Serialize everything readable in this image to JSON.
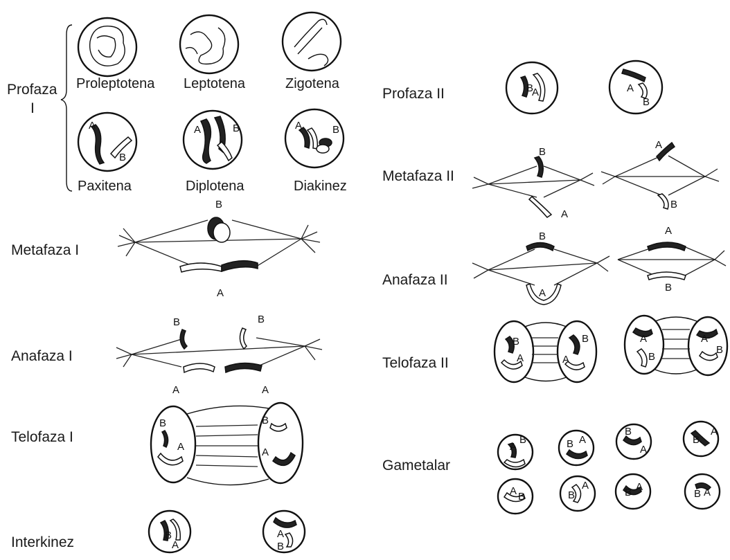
{
  "stages_left": {
    "profaza_i_line1": "Profaza",
    "profaza_i_line2": "I",
    "metafaza_i": "Metafaza I",
    "anafaza_i": "Anafaza I",
    "telofaza_i": "Telofaza I",
    "interkinez": "Interkinez"
  },
  "prophase_substages": {
    "proleptotena": "Proleptotena",
    "leptotena": "Leptotena",
    "zigotena": "Zigotena",
    "paxitena": "Paxitena",
    "diplotena": "Diplotena",
    "diakinez": "Diakinez"
  },
  "stages_right": {
    "profaza_ii": "Profaza II",
    "metafaza_ii": "Metafaza II",
    "anafaza_ii": "Anafaza II",
    "telofaza_ii": "Telofaza II",
    "gametalar": "Gametalar"
  },
  "chromosome_letters": {
    "a": "A",
    "b": "B"
  }
}
